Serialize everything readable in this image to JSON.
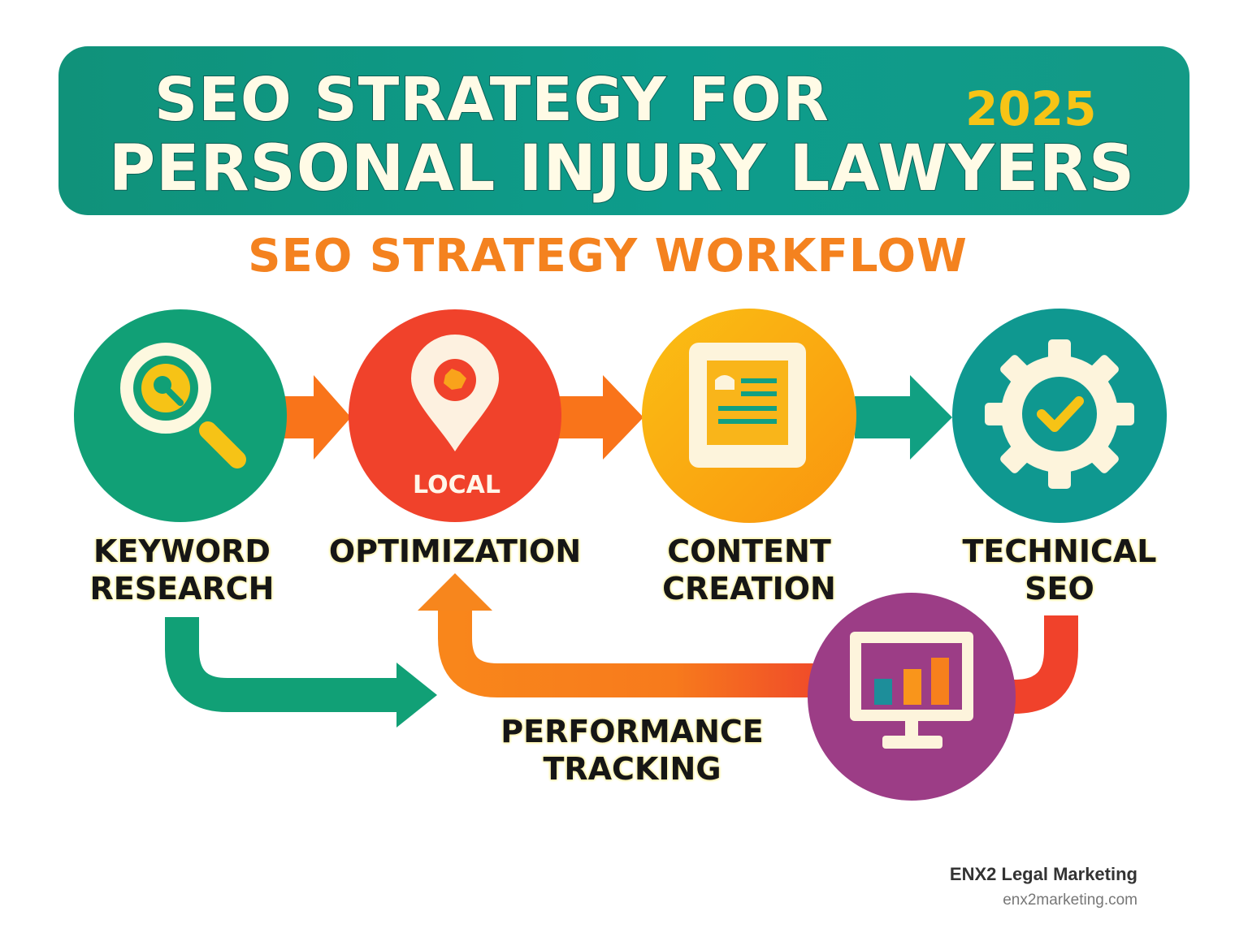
{
  "header": {
    "title_line1": "SEO STRATEGY FOR",
    "title_line2": "PERSONAL INJURY LAWYERS",
    "year": "2025"
  },
  "subtitle": "SEO STRATEGY WORKFLOW",
  "steps": [
    {
      "line1": "KEYWORD",
      "line2": "RESEARCH",
      "icon": "magnifying-glass-icon",
      "color": "#11a076"
    },
    {
      "tag": "LOCAL",
      "line1": "OPTIMIZATION",
      "icon": "map-pin-icon",
      "color": "#f0422b"
    },
    {
      "line1": "CONTENT",
      "line2": "CREATION",
      "icon": "document-icon",
      "color": "#fbaa12"
    },
    {
      "line1": "TECHNICAL",
      "line2": "SEO",
      "icon": "gear-check-icon",
      "color": "#0f9890"
    },
    {
      "line1": "PERFORMANCE",
      "line2": "TRACKING",
      "icon": "monitor-chart-icon",
      "color": "#9c3d86"
    }
  ],
  "footer": {
    "brand": "ENX2 Legal Marketing",
    "site": "enx2marketing.com"
  }
}
